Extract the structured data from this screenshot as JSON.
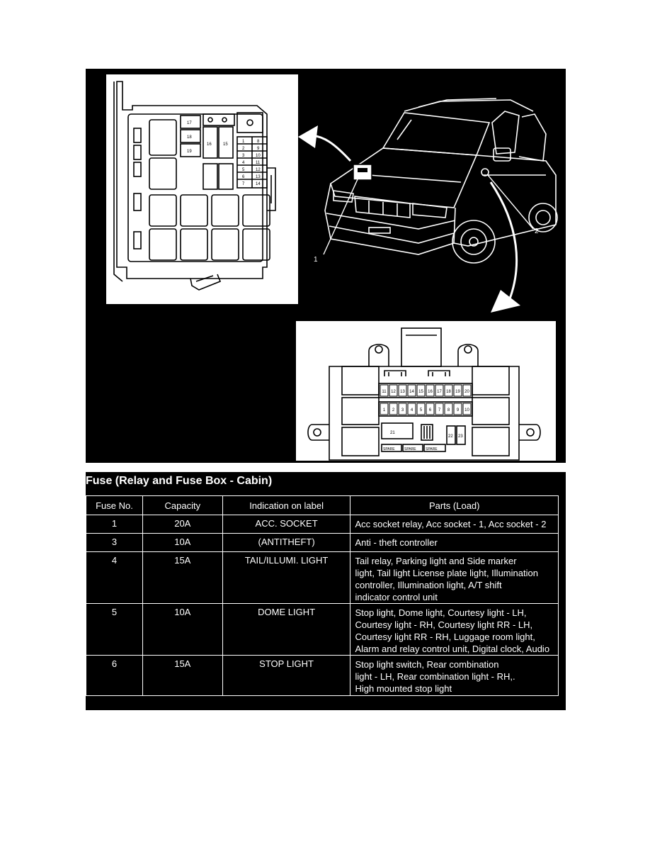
{
  "figure": {
    "callouts": [
      "1",
      "2"
    ],
    "upper_box_labels": [
      "17",
      "18",
      "19",
      "16",
      "15",
      "1",
      "8",
      "2",
      "9",
      "3",
      "10",
      "4",
      "11",
      "5",
      "12",
      "6",
      "13",
      "7",
      "14"
    ],
    "lower_box_top_row": [
      "11",
      "12",
      "13",
      "14",
      "15",
      "16",
      "17",
      "18",
      "19",
      "20"
    ],
    "lower_box_bottom_row": [
      "1",
      "2",
      "3",
      "4",
      "5",
      "6",
      "7",
      "8",
      "9",
      "10"
    ],
    "lower_box_labels": [
      "21",
      "22",
      "23"
    ],
    "spare_labels": [
      "SPARE",
      "SPARE",
      "SPARE"
    ]
  },
  "table": {
    "title": "Fuse (Relay and Fuse Box - Cabin)",
    "headers": [
      "Fuse No.",
      "Capacity",
      "Indication on label",
      "Parts (Load)"
    ],
    "rows": [
      {
        "no": "1",
        "capacity": "20A",
        "label": "ACC. SOCKET",
        "parts": [
          "Acc socket relay, Acc socket - 1, Acc socket - 2"
        ]
      },
      {
        "no": "3",
        "capacity": "10A",
        "label": "(ANTITHEFT)",
        "parts": [
          "Anti - theft controller"
        ]
      },
      {
        "no": "4",
        "capacity": "15A",
        "label": "TAIL/ILLUMI. LIGHT",
        "parts": [
          "Tail relay, Parking light and Side marker",
          "light, Tail light License plate light, Illumination",
          "controller, Illumination light, A/T shift",
          "indicator control unit"
        ]
      },
      {
        "no": "5",
        "capacity": "10A",
        "label": "DOME LIGHT",
        "parts": [
          "Stop light, Dome light, Courtesy light - LH,",
          "Courtesy light - RH, Courtesy light RR - LH,",
          "Courtesy light RR - RH, Luggage room light,",
          "Alarm and relay control unit, Digital clock, Audio"
        ]
      },
      {
        "no": "6",
        "capacity": "15A",
        "label": "STOP LIGHT",
        "parts": [
          "Stop light switch, Rear combination",
          "light - LH, Rear combination light - RH,.",
          "High mounted stop light"
        ]
      }
    ]
  }
}
